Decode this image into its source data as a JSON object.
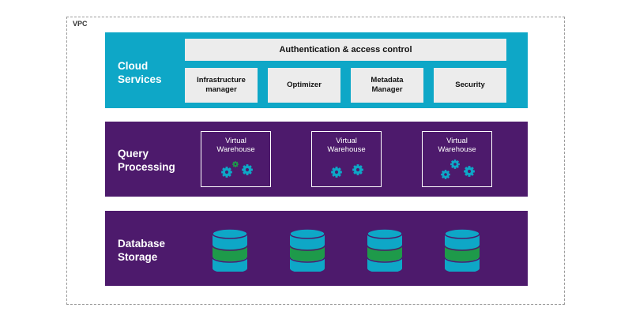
{
  "vpc": {
    "label": "VPC"
  },
  "cloud_services": {
    "title": "Cloud\nServices",
    "auth_bar": "Authentication & access control",
    "services": [
      "Infrastructure\nmanager",
      "Optimizer",
      "Metadata\nManager",
      "Security"
    ]
  },
  "query_processing": {
    "title": "Query\nProcessing",
    "warehouses": [
      {
        "label": "Virtual\nWarehouse",
        "icon": "gears-icon"
      },
      {
        "label": "Virtual\nWarehouse",
        "icon": "gears-icon"
      },
      {
        "label": "Virtual\nWarehouse",
        "icon": "gears-icon"
      }
    ]
  },
  "database_storage": {
    "title": "Database\nStorage",
    "databases": [
      {
        "icon": "database-icon"
      },
      {
        "icon": "database-icon"
      },
      {
        "icon": "database-icon"
      },
      {
        "icon": "database-icon"
      }
    ]
  },
  "colors": {
    "cloud": "#0ea7c7",
    "purple": "#4d1a6c",
    "light_box": "#ececec",
    "gear_blue": "#0ea7c7",
    "gear_green": "#1e9a4a",
    "db_blue": "#0ea7c7",
    "db_green": "#1e9a4a"
  }
}
